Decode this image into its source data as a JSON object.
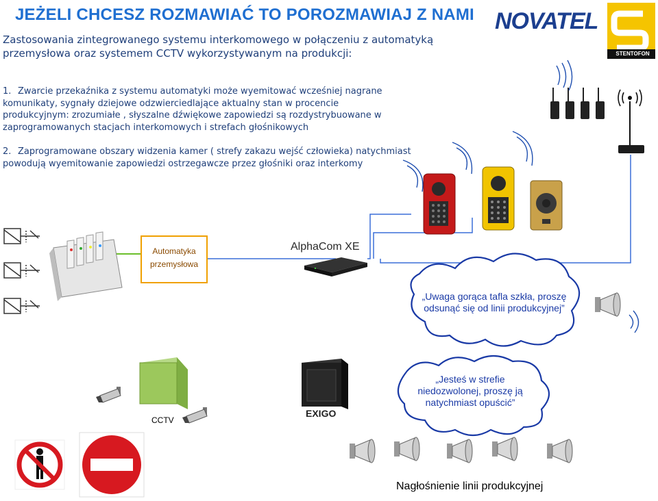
{
  "title": "JEŻELI CHCESZ ROZMAWIAĆ TO POROZMAWIAJ Z NAMI",
  "subtitle": "Zastosowania zintegrowanego systemu interkomowego w połączeniu z automatyką przemysłowa oraz systemem CCTV wykorzystywanym na produkcji:",
  "points": [
    {
      "num": "1.",
      "text": "Zwarcie przekaźnika z systemu automatyki może wyemitować wcześniej nagrane komunikaty, sygnały dziejowe odzwierciedlające aktualny stan w procencie produkcyjnym: zrozumiałe , słyszalne dźwiękowe zapowiedzi są rozdystrybuowane w zaprogramowanych stacjach interkomowych i strefach głośnikowych"
    },
    {
      "num": "2.",
      "text": "Zaprogramowane obszary widzenia kamer ( strefy zakazu wejść człowieka) natychmiast powodują wyemitowanie zapowiedzi ostrzegawcze przez głośniki oraz interkomy"
    }
  ],
  "logos": {
    "novatel": "NOVATEL",
    "stentofon": "STENTOFON",
    "exigo": "EXIGO"
  },
  "labels": {
    "automation_line1": "Automatyka",
    "automation_line2": "przemysłowa",
    "alphacom": "AlphaCom XE",
    "cctv": "CCTV",
    "line_speakers": "Nagłośnienie linii produkcyjnej"
  },
  "clouds": {
    "cloud1": "„Uwaga gorąca tafla szkła, proszę odsunąć się od linii produkcyjnej”",
    "cloud2": "„Jesteś w strefie niedozwolonej, proszę ją natychmiast opuścić”"
  },
  "colors": {
    "title": "#1f6fd1",
    "body_text": "#1f3f7a",
    "connector_green": "#6bbf2a",
    "connector_blue": "#3a6fd8",
    "automation_border": "#f0a000",
    "cloud_text": "#1a3aa6",
    "intercom_red": "#c41a1a",
    "intercom_yellow": "#f1c400",
    "stentofon_yellow": "#f5c400"
  }
}
